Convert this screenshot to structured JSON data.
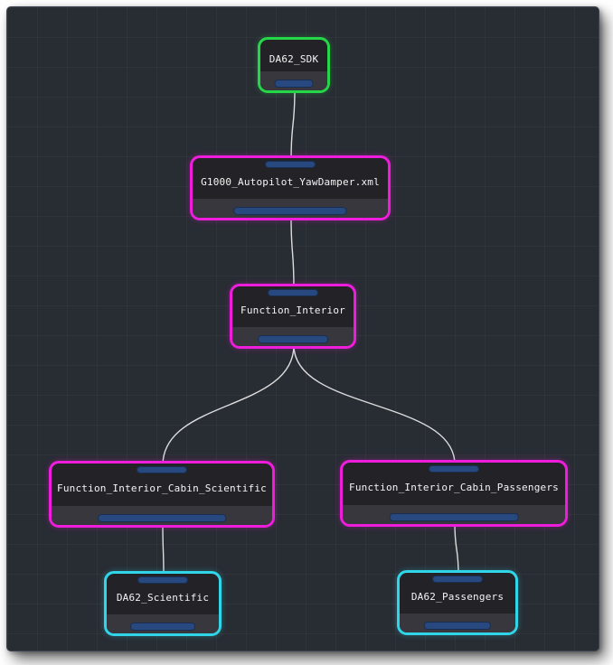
{
  "diagram": {
    "nodes": [
      {
        "id": "da62_sdk",
        "label": "DA62_SDK",
        "accent": "#24d648",
        "has_input": false,
        "has_output": true
      },
      {
        "id": "g1000_autopilot",
        "label": "G1000_Autopilot_YawDamper.xml",
        "accent": "#ee1ddb",
        "has_input": true,
        "has_output": true
      },
      {
        "id": "function_interior",
        "label": "Function_Interior",
        "accent": "#ee1ddb",
        "has_input": true,
        "has_output": true
      },
      {
        "id": "cabin_scientific",
        "label": "Function_Interior_Cabin_Scientific",
        "accent": "#ee1ddb",
        "has_input": true,
        "has_output": true
      },
      {
        "id": "cabin_passengers",
        "label": "Function_Interior_Cabin_Passengers",
        "accent": "#ee1ddb",
        "has_input": true,
        "has_output": true
      },
      {
        "id": "da62_scientific",
        "label": "DA62_Scientific",
        "accent": "#30d5e8",
        "has_input": true,
        "has_output": true
      },
      {
        "id": "da62_passengers",
        "label": "DA62_Passengers",
        "accent": "#30d5e8",
        "has_input": true,
        "has_output": true
      }
    ],
    "edges": [
      {
        "from": "da62_sdk",
        "to": "g1000_autopilot"
      },
      {
        "from": "g1000_autopilot",
        "to": "function_interior"
      },
      {
        "from": "function_interior",
        "to": "cabin_scientific"
      },
      {
        "from": "function_interior",
        "to": "cabin_passengers"
      },
      {
        "from": "cabin_scientific",
        "to": "da62_scientific"
      },
      {
        "from": "cabin_passengers",
        "to": "da62_passengers"
      }
    ],
    "colors": {
      "edge": "#dcdcdc",
      "port": "#27497f",
      "node_background": "#232327",
      "node_footer": "#37373d",
      "canvas_background": "#282c33",
      "green_accent": "#24d648",
      "magenta_accent": "#ee1ddb",
      "cyan_accent": "#30d5e8"
    }
  }
}
